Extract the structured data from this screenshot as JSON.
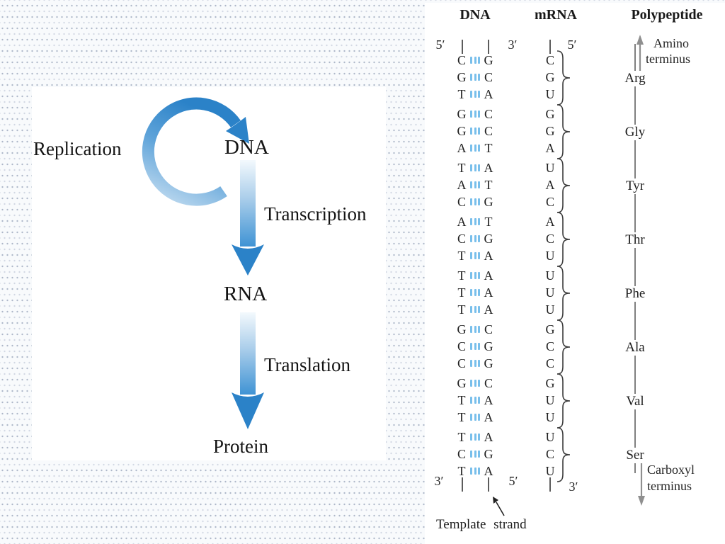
{
  "dogma": {
    "replication_label": "Replication",
    "dna_label": "DNA",
    "transcription_label": "Transcription",
    "rna_label": "RNA",
    "translation_label": "Translation",
    "protein_label": "Protein"
  },
  "table": {
    "headers": {
      "dna": "DNA",
      "mrna": "mRNA",
      "polypeptide": "Polypeptide"
    },
    "primes": {
      "dna_top_left": "5′",
      "dna_top_right": "3′",
      "mrna_top": "5′",
      "dna_bottom_left": "3′",
      "dna_bottom_right": "5′",
      "mrna_bottom": "3′"
    },
    "amino_terminus_line1": "Amino",
    "amino_terminus_line2": "terminus",
    "carboxyl_terminus_line1": "Carboxyl",
    "carboxyl_terminus_line2": "terminus",
    "template_strand_label": "Template strand",
    "groups": [
      {
        "amino": "Arg",
        "pairs": [
          [
            "C",
            "G"
          ],
          [
            "G",
            "C"
          ],
          [
            "T",
            "A"
          ]
        ],
        "mrna": [
          "C",
          "G",
          "U"
        ]
      },
      {
        "amino": "Gly",
        "pairs": [
          [
            "G",
            "C"
          ],
          [
            "G",
            "C"
          ],
          [
            "A",
            "T"
          ]
        ],
        "mrna": [
          "G",
          "G",
          "A"
        ]
      },
      {
        "amino": "Tyr",
        "pairs": [
          [
            "T",
            "A"
          ],
          [
            "A",
            "T"
          ],
          [
            "C",
            "G"
          ]
        ],
        "mrna": [
          "U",
          "A",
          "C"
        ]
      },
      {
        "amino": "Thr",
        "pairs": [
          [
            "A",
            "T"
          ],
          [
            "C",
            "G"
          ],
          [
            "T",
            "A"
          ]
        ],
        "mrna": [
          "A",
          "C",
          "U"
        ]
      },
      {
        "amino": "Phe",
        "pairs": [
          [
            "T",
            "A"
          ],
          [
            "T",
            "A"
          ],
          [
            "T",
            "A"
          ]
        ],
        "mrna": [
          "U",
          "U",
          "U"
        ]
      },
      {
        "amino": "Ala",
        "pairs": [
          [
            "G",
            "C"
          ],
          [
            "C",
            "G"
          ],
          [
            "C",
            "G"
          ]
        ],
        "mrna": [
          "G",
          "C",
          "C"
        ]
      },
      {
        "amino": "Val",
        "pairs": [
          [
            "G",
            "C"
          ],
          [
            "T",
            "A"
          ],
          [
            "T",
            "A"
          ]
        ],
        "mrna": [
          "G",
          "U",
          "U"
        ]
      },
      {
        "amino": "Ser",
        "pairs": [
          [
            "T",
            "A"
          ],
          [
            "C",
            "G"
          ],
          [
            "T",
            "A"
          ]
        ],
        "mrna": [
          "U",
          "C",
          "U"
        ]
      }
    ]
  },
  "colors": {
    "accent_blue": "#2b82c8",
    "light_blue": "#bcd9ef",
    "bond_blue": "#79bfeb",
    "arrow_gray": "#8f8f8f",
    "ink": "#1e1e1e"
  }
}
